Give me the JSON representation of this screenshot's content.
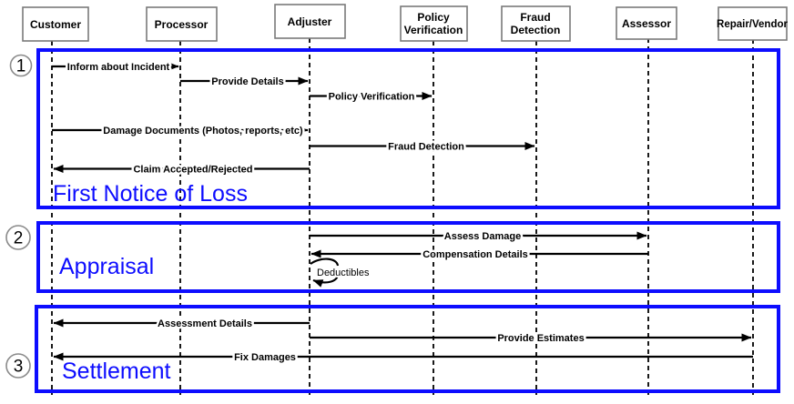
{
  "colors": {
    "section_border_blue": "#0d0dff",
    "section_label_blue": "#0d0dff",
    "message_line_black": "#000000",
    "actor_box_border_gray": "#7a7a7a",
    "background": "#ffffff"
  },
  "actors": [
    {
      "id": "customer",
      "line1": "Customer",
      "line2": ""
    },
    {
      "id": "processor",
      "line1": "Processor",
      "line2": ""
    },
    {
      "id": "adjuster",
      "line1": "Adjuster",
      "line2": ""
    },
    {
      "id": "policy-verification",
      "line1": "Policy",
      "line2": "Verification"
    },
    {
      "id": "fraud-detection",
      "line1": "Fraud",
      "line2": "Detection"
    },
    {
      "id": "assessor",
      "line1": "Assessor",
      "line2": ""
    },
    {
      "id": "repair-vendor",
      "line1": "Repair/Vendor",
      "line2": ""
    }
  ],
  "sections": [
    {
      "number": "1",
      "label": "First Notice of Loss"
    },
    {
      "number": "2",
      "label": "Appraisal"
    },
    {
      "number": "3",
      "label": "Settlement"
    }
  ],
  "messages": [
    {
      "label": "Inform about Incident",
      "from": "Customer",
      "to": "Processor"
    },
    {
      "label": "Provide Details",
      "from": "Processor",
      "to": "Adjuster"
    },
    {
      "label": "Policy Verification",
      "from": "Adjuster",
      "to": "Policy Verification"
    },
    {
      "label": "Damage Documents (Photos, reports, etc)",
      "from": "Customer",
      "to": "Adjuster"
    },
    {
      "label": "Fraud Detection",
      "from": "Adjuster",
      "to": "Fraud Detection"
    },
    {
      "label": "Claim Accepted/Rejected",
      "from": "Adjuster",
      "to": "Customer"
    },
    {
      "label": "Assess Damage",
      "from": "Adjuster",
      "to": "Assessor"
    },
    {
      "label": "Compensation Details",
      "from": "Assessor",
      "to": "Adjuster"
    },
    {
      "label": "Deductibles",
      "from": "Adjuster",
      "to": "Adjuster"
    },
    {
      "label": "Assessment Details",
      "from": "Adjuster",
      "to": "Customer"
    },
    {
      "label": "Provide Estimates",
      "from": "Adjuster",
      "to": "Repair/Vendor"
    },
    {
      "label": "Fix Damages",
      "from": "Repair/Vendor",
      "to": "Customer"
    }
  ]
}
